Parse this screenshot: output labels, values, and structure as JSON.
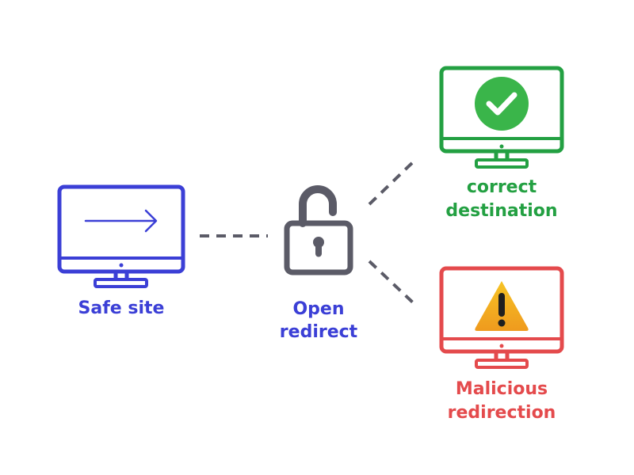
{
  "nodes": {
    "safe_site": {
      "label": "Safe site",
      "color": "#3b3fd6",
      "icon": "monitor-arrow-icon"
    },
    "open_redirect": {
      "label_line1": "Open",
      "label_line2": "redirect",
      "label_color": "#3b3fd6",
      "icon_color": "#5b5b67",
      "icon": "unlocked-padlock-icon"
    },
    "correct_destination": {
      "label_line1": "correct",
      "label_line2": "destination",
      "color": "#23a042",
      "badge_color": "#3ab54a",
      "icon": "monitor-checkmark-icon"
    },
    "malicious_redirection": {
      "label_line1": "Malicious",
      "label_line2": "redirection",
      "color": "#e44a4c",
      "warning_color_top": "#f6c324",
      "warning_color_bottom": "#ef9a1e",
      "icon": "monitor-warning-icon"
    }
  },
  "connectors": {
    "color": "#5b5b67",
    "style": "dashed"
  }
}
